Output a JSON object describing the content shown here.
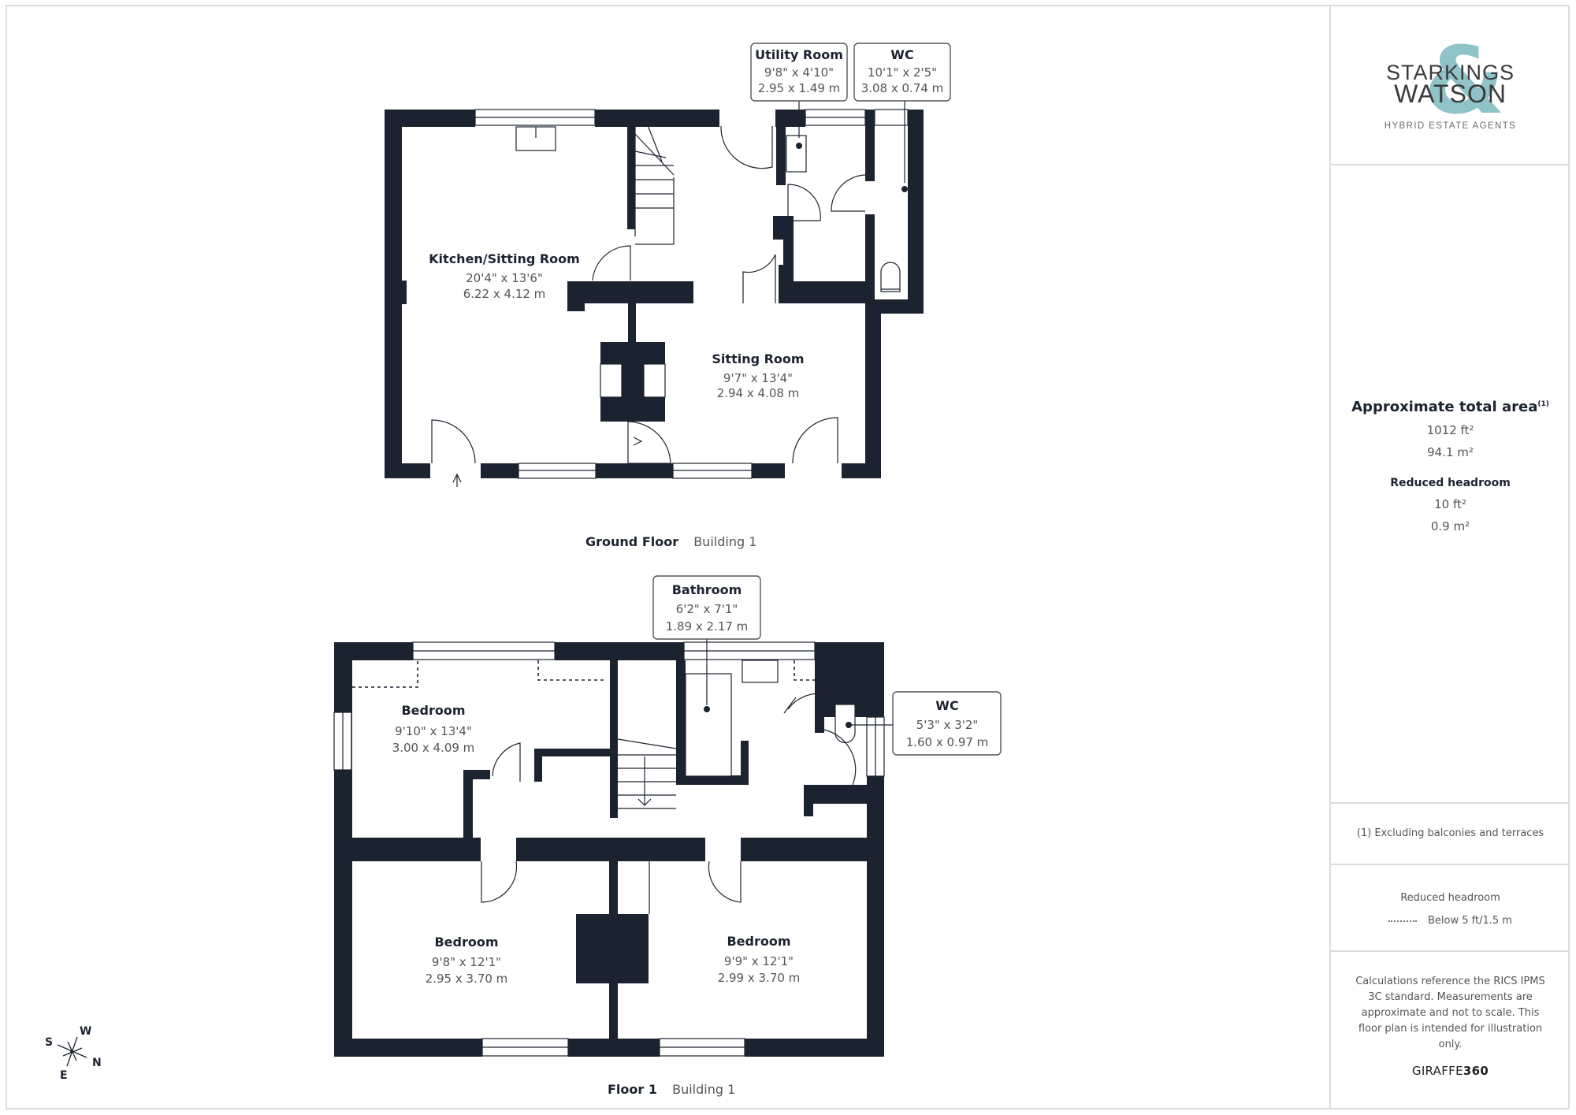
{
  "brand": {
    "name_line1": "STARKINGS",
    "name_line2": "WATSON",
    "ampersand": "&",
    "tagline": "HYBRID ESTATE AGENTS",
    "accent_color": "#8fc3c8"
  },
  "summary": {
    "title": "Approximate total area",
    "title_note": "(1)",
    "area_ft": "1012 ft²",
    "area_m": "94.1 m²",
    "reduced_title": "Reduced headroom",
    "reduced_ft": "10 ft²",
    "reduced_m": "0.9 m²"
  },
  "footnote": "(1) Excluding balconies and terraces",
  "legend": {
    "title": "Reduced headroom",
    "item": "Below 5 ft/1.5 m"
  },
  "disclaimer": "Calculations reference the RICS IPMS 3C standard. Measurements are approximate and not to scale. This floor plan is intended for illustration only.",
  "credit": {
    "prefix": "GIRAFFE",
    "suffix": "360"
  },
  "wall_color": "#1c2330",
  "floors": [
    {
      "name": "Ground Floor",
      "building": "Building 1",
      "rooms": [
        {
          "name": "Kitchen/Sitting Room",
          "imperial": "20'4\" x 13'6\"",
          "metric": "6.22 x 4.12 m"
        },
        {
          "name": "Sitting Room",
          "imperial": "9'7\" x 13'4\"",
          "metric": "2.94 x 4.08 m"
        },
        {
          "name": "Utility Room",
          "imperial": "9'8\" x 4'10\"",
          "metric": "2.95 x 1.49 m"
        },
        {
          "name": "WC",
          "imperial": "10'1\" x 2'5\"",
          "metric": "3.08 x 0.74 m"
        }
      ]
    },
    {
      "name": "Floor 1",
      "building": "Building 1",
      "rooms": [
        {
          "name": "Bedroom",
          "imperial": "9'10\" x 13'4\"",
          "metric": "3.00 x 4.09 m"
        },
        {
          "name": "Bathroom",
          "imperial": "6'2\" x 7'1\"",
          "metric": "1.89 x 2.17 m"
        },
        {
          "name": "WC",
          "imperial": "5'3\" x 3'2\"",
          "metric": "1.60 x 0.97 m"
        },
        {
          "name": "Bedroom",
          "imperial": "9'8\" x 12'1\"",
          "metric": "2.95 x 3.70 m"
        },
        {
          "name": "Bedroom",
          "imperial": "9'9\" x 12'1\"",
          "metric": "2.99 x 3.70 m"
        }
      ]
    }
  ],
  "compass": {
    "n": "N",
    "s": "S",
    "e": "E",
    "w": "W"
  }
}
